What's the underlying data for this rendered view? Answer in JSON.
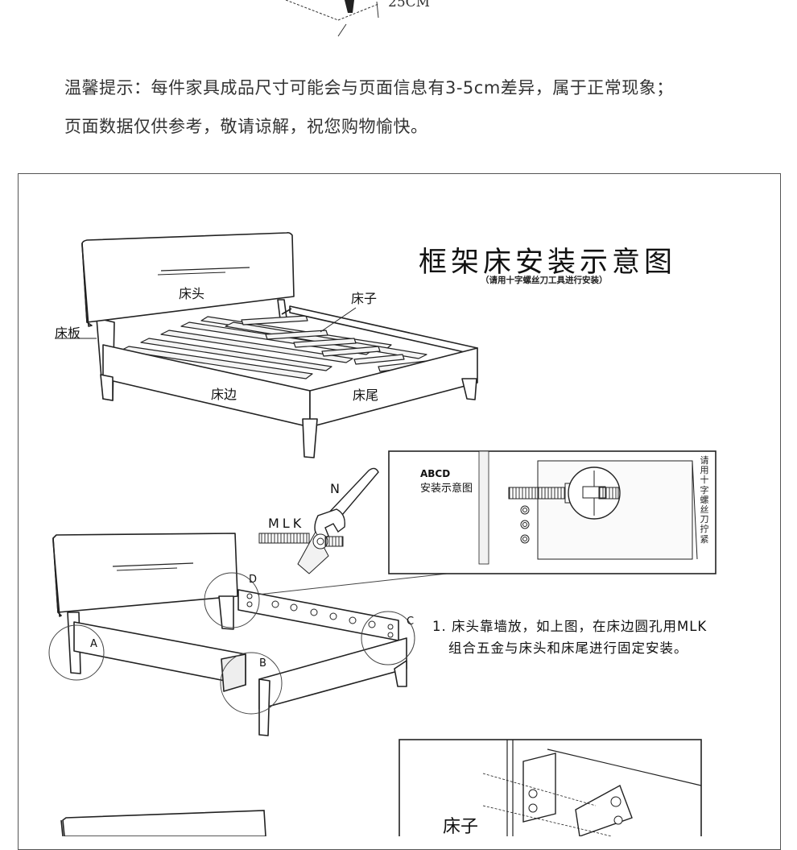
{
  "dimension_text": "25CM",
  "tip": {
    "line1": "温馨提示：每件家具成品尺寸可能会与页面信息有3-5cm差异，属于正常现象；",
    "line2": "页面数据仅供参考，敬请谅解，祝您购物愉快。"
  },
  "diagram": {
    "title": "框架床安装示意图",
    "subtitle": "（请用十字螺丝刀工具进行安装）",
    "labels": {
      "headboard": "床头",
      "slats": "床子",
      "bed_board": "床板",
      "side_rail": "床边",
      "footboard": "床尾",
      "wrench": "N",
      "hardware": "MLK",
      "point_a": "A",
      "point_b": "B",
      "point_c": "C",
      "point_d": "D",
      "detail_title_1": "ABCD",
      "detail_title_2": "安装示意图",
      "vertical_note": "请用十字螺丝刀拧紧",
      "bracket_slats": "床子"
    },
    "instruction": {
      "line1": "1. 床头靠墙放，如上图，在床边圆孔用MLK",
      "line2": "组合五金与床头和床尾进行固定安装。"
    }
  }
}
